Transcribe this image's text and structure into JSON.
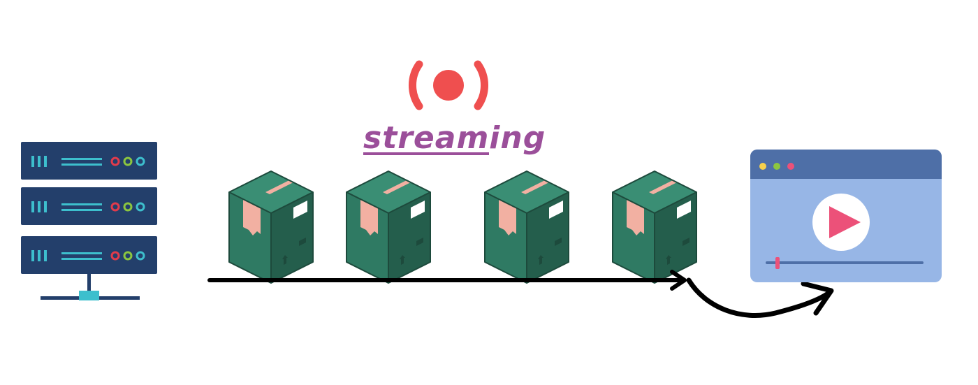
{
  "label": {
    "text": "streaming"
  },
  "colors": {
    "server_rack": "#233f6b",
    "server_stripe": "#3dbfcd",
    "server_indicator_red": "#e23b4b",
    "server_indicator_green": "#8cc63f",
    "server_indicator_cyan": "#3dbfcd",
    "broadcast": "#ef4f4f",
    "label": "#9b4f9a",
    "package_dark": "#245e4c",
    "package_mid": "#2f7a63",
    "package_light": "#3a8e74",
    "package_tape": "#f2b0a2",
    "arrow": "#000000",
    "player_frame": "#97b6e6",
    "player_titlebar": "#4e6fa7",
    "player_play": "#ec5179",
    "player_dot_yellow": "#f6d04d",
    "player_dot_green": "#8cc63f",
    "player_dot_pink": "#ec5179"
  },
  "icons": {
    "server": "server-rack-icon",
    "broadcast": "broadcast-icon",
    "package": "package-box-icon",
    "player": "video-player-icon",
    "play": "play-icon"
  },
  "packages": [
    {
      "name": "package-1"
    },
    {
      "name": "package-2"
    },
    {
      "name": "package-3"
    },
    {
      "name": "package-4"
    }
  ]
}
